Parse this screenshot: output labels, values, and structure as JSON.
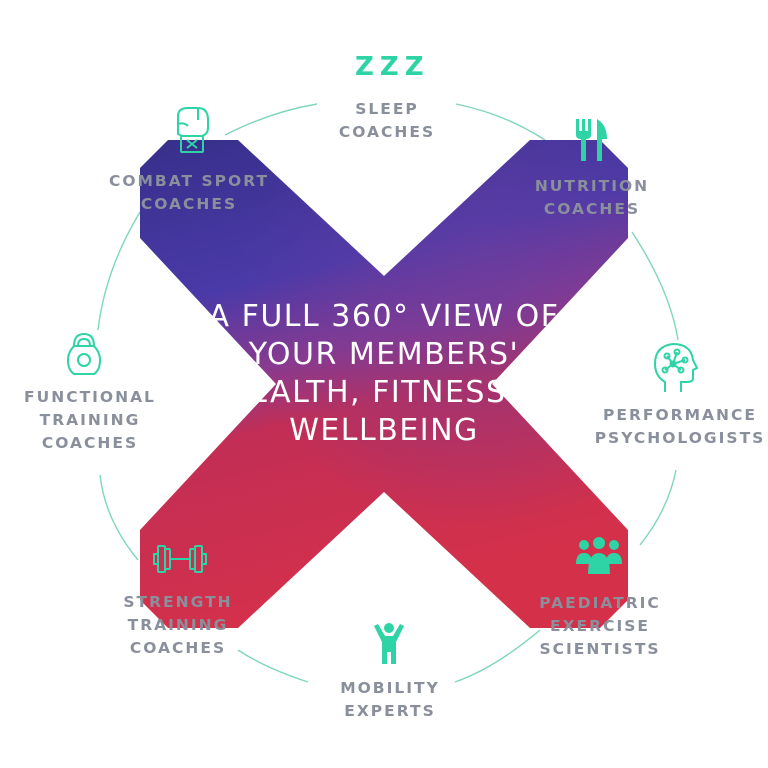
{
  "center": {
    "lines": [
      "A FULL 360° VIEW OF",
      "YOUR MEMBERS'",
      "HEALTH, FITNESS &",
      "WELLBEING"
    ]
  },
  "nodes": [
    {
      "key": "sleep",
      "icon": "zzz-icon",
      "lines": [
        "SLEEP",
        "COACHES"
      ],
      "zzz": "ZZZ"
    },
    {
      "key": "nutrition",
      "icon": "fork-knife-icon",
      "lines": [
        "NUTRITION",
        "COACHES"
      ]
    },
    {
      "key": "performance",
      "icon": "brain-head-icon",
      "lines": [
        "PERFORMANCE",
        "PSYCHOLOGISTS"
      ]
    },
    {
      "key": "paediatric",
      "icon": "group-people-icon",
      "lines": [
        "PAEDIATRIC",
        "EXERCISE",
        "SCIENTISTS"
      ]
    },
    {
      "key": "mobility",
      "icon": "person-stretch-icon",
      "lines": [
        "MOBILITY",
        "EXPERTS"
      ]
    },
    {
      "key": "strength",
      "icon": "dumbbell-icon",
      "lines": [
        "STRENGTH",
        "TRAINING",
        "COACHES"
      ]
    },
    {
      "key": "functional",
      "icon": "kettlebell-icon",
      "lines": [
        "FUNCTIONAL",
        "TRAINING",
        "COACHES"
      ]
    },
    {
      "key": "combat",
      "icon": "boxing-glove-icon",
      "lines": [
        "COMBAT SPORT",
        "COACHES"
      ]
    }
  ],
  "colors": {
    "accent": "#2ed3a6",
    "label": "#8a8f9c",
    "ring": "#7fd6bd",
    "x_purple": "#3f3a9e",
    "x_red": "#d22e4a"
  }
}
